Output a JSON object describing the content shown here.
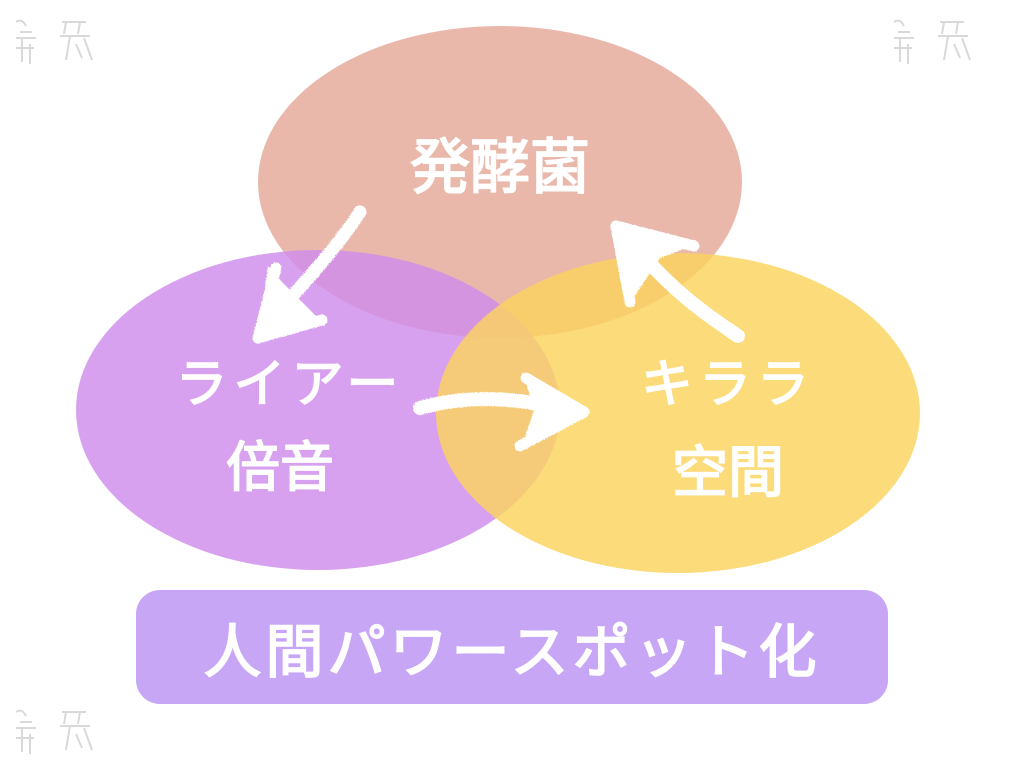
{
  "diagram": {
    "circles": [
      {
        "id": "top",
        "label_lines": [
          "発酵菌"
        ],
        "color": "#e4a898"
      },
      {
        "id": "left",
        "label_lines": [
          "ライアー",
          "倍音"
        ],
        "color": "#cf8cec"
      },
      {
        "id": "right",
        "label_lines": [
          "キララ",
          "空間"
        ],
        "color": "#fbd35e"
      }
    ],
    "arrows": [
      {
        "from": "top",
        "to": "left"
      },
      {
        "from": "left",
        "to": "right"
      },
      {
        "from": "right",
        "to": "top"
      }
    ],
    "banner": {
      "text": "人間パワースポット化",
      "color": "#c7a6f6"
    },
    "watermark_icon": "brand-stamp-icon"
  }
}
